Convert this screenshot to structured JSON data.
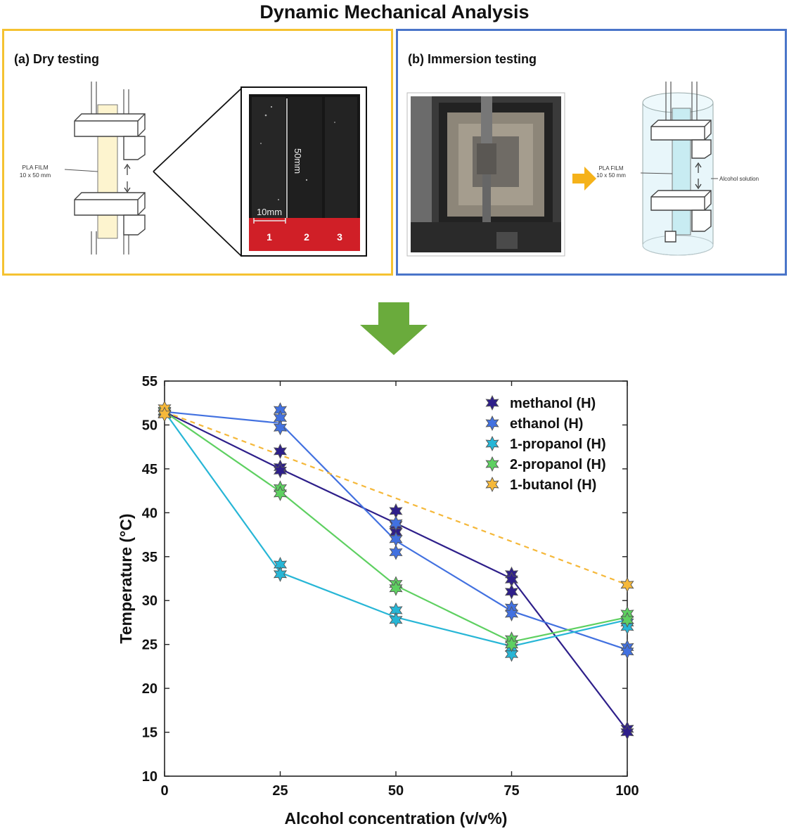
{
  "title": "Dynamic Mechanical Analysis",
  "panel_a": {
    "label": "(a) Dry testing",
    "film_label_line1": "PLA FILM",
    "film_label_line2": "10 x 50 mm",
    "photo_length_label": "50mm",
    "photo_width_label": "10mm",
    "sample_numbers": [
      "1",
      "2",
      "3"
    ],
    "border_color": "#f5c231"
  },
  "panel_b": {
    "label": "(b) Immersion testing",
    "film_label_line1": "PLA FILM",
    "film_label_line2": "10 x 50 mm",
    "solution_label": "Alcohol solution",
    "border_color": "#4a75c9",
    "arrow_color": "#f5b21a"
  },
  "flow_arrow_color": "#6aab3c",
  "chart_data": {
    "type": "line",
    "xlabel": "Alcohol concentration (v/v%)",
    "ylabel": "Temperature (°C)",
    "xlim": [
      0,
      100
    ],
    "ylim": [
      10,
      55
    ],
    "xticks": [
      0,
      25,
      50,
      75,
      100
    ],
    "yticks": [
      10,
      15,
      20,
      25,
      30,
      35,
      40,
      45,
      50,
      55
    ],
    "legend_position": "top-right",
    "series": [
      {
        "name": "methanol (H)",
        "color": "#2e1f8a",
        "dashed": false,
        "line": [
          [
            0,
            51.5
          ],
          [
            25,
            45.0
          ],
          [
            50,
            38.8
          ],
          [
            75,
            32.5
          ],
          [
            100,
            15.2
          ]
        ],
        "points": [
          [
            0,
            51.5
          ],
          [
            25,
            47.0
          ],
          [
            25,
            45.2
          ],
          [
            25,
            44.8
          ],
          [
            50,
            40.2
          ],
          [
            50,
            38.6
          ],
          [
            50,
            37.8
          ],
          [
            75,
            33.0
          ],
          [
            75,
            32.4
          ],
          [
            75,
            31.0
          ],
          [
            100,
            15.4
          ],
          [
            100,
            15.0
          ]
        ]
      },
      {
        "name": "ethanol (H)",
        "color": "#4271e0",
        "dashed": false,
        "line": [
          [
            0,
            51.5
          ],
          [
            25,
            50.2
          ],
          [
            50,
            36.8
          ],
          [
            75,
            28.8
          ],
          [
            100,
            24.4
          ]
        ],
        "points": [
          [
            0,
            51.2
          ],
          [
            25,
            51.7
          ],
          [
            25,
            50.8
          ],
          [
            25,
            49.7
          ],
          [
            50,
            38.8
          ],
          [
            50,
            37.0
          ],
          [
            50,
            35.5
          ],
          [
            75,
            29.2
          ],
          [
            75,
            28.5
          ],
          [
            100,
            24.7
          ],
          [
            100,
            24.2
          ]
        ]
      },
      {
        "name": "1-propanol (H)",
        "color": "#27b6d6",
        "dashed": false,
        "line": [
          [
            0,
            51.5
          ],
          [
            25,
            33.2
          ],
          [
            50,
            28.1
          ],
          [
            75,
            24.8
          ],
          [
            100,
            27.8
          ]
        ],
        "points": [
          [
            0,
            51.3
          ],
          [
            25,
            34.1
          ],
          [
            25,
            33.0
          ],
          [
            50,
            28.9
          ],
          [
            50,
            27.8
          ],
          [
            75,
            24.6
          ],
          [
            75,
            23.9
          ],
          [
            100,
            27.5
          ],
          [
            100,
            27.0
          ]
        ]
      },
      {
        "name": "2-propanol (H)",
        "color": "#5ed061",
        "dashed": false,
        "line": [
          [
            0,
            51.5
          ],
          [
            25,
            42.4
          ],
          [
            50,
            31.7
          ],
          [
            75,
            25.3
          ],
          [
            100,
            28.1
          ]
        ],
        "points": [
          [
            0,
            51.6
          ],
          [
            25,
            42.8
          ],
          [
            25,
            42.2
          ],
          [
            50,
            31.9
          ],
          [
            50,
            31.4
          ],
          [
            75,
            25.6
          ],
          [
            75,
            25.0
          ],
          [
            100,
            28.5
          ],
          [
            100,
            27.8
          ]
        ]
      },
      {
        "name": "1-butanol (H)",
        "color": "#f5b83a",
        "dashed": true,
        "line": [
          [
            0,
            51.5
          ],
          [
            100,
            31.8
          ]
        ],
        "points": [
          [
            0,
            51.9
          ],
          [
            0,
            51.2
          ],
          [
            100,
            31.8
          ]
        ]
      }
    ]
  }
}
